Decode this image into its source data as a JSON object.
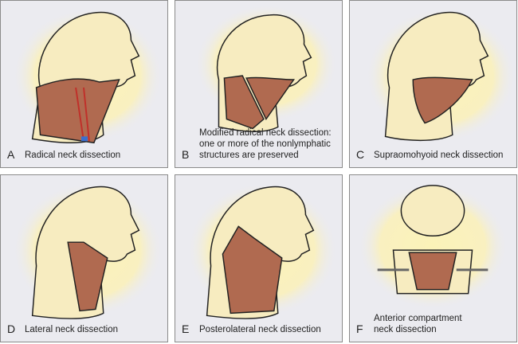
{
  "panels": [
    {
      "letter": "A",
      "caption": "Radical neck dissection"
    },
    {
      "letter": "B",
      "caption_lines": [
        "Modified radical neck dissection:",
        "one or more of the nonlymphatic",
        "structures are preserved"
      ]
    },
    {
      "letter": "C",
      "caption": "Supraomohyoid neck dissection"
    },
    {
      "letter": "D",
      "caption": "Lateral neck dissection"
    },
    {
      "letter": "E",
      "caption": "Posterolateral neck dissection"
    },
    {
      "letter": "F",
      "caption_lines": [
        "Anterior compartment",
        "neck dissection"
      ]
    }
  ],
  "colors": {
    "skin": "#f7ecc0",
    "glow": "#fbf3b8",
    "dissection": "#b06a50",
    "outline": "#222222",
    "panel_bg": "#ebebf0"
  }
}
